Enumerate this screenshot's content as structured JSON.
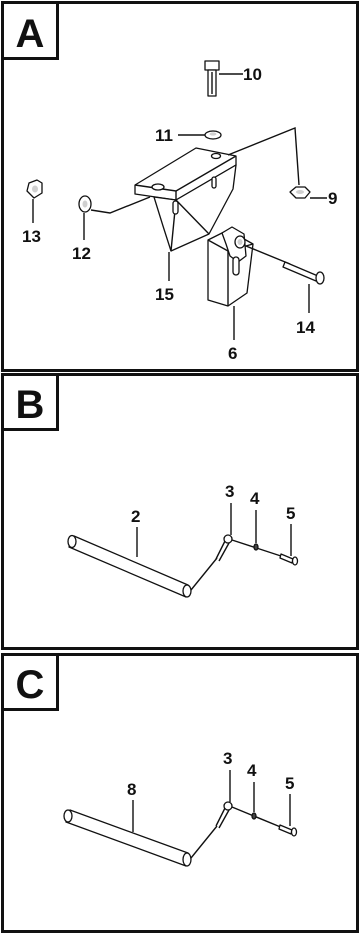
{
  "panels": [
    {
      "letter": "A",
      "callouts": {
        "p10": "10",
        "p11": "11",
        "p9": "9",
        "p13": "13",
        "p12": "12",
        "p15": "15",
        "p14": "14",
        "p6": "6"
      }
    },
    {
      "letter": "B",
      "callouts": {
        "p2": "2",
        "p3": "3",
        "p4": "4",
        "p5": "5"
      }
    },
    {
      "letter": "C",
      "callouts": {
        "p8": "8",
        "p3": "3",
        "p4": "4",
        "p5": "5"
      }
    }
  ],
  "colors": {
    "ink": "#111111",
    "background": "#ffffff",
    "shading": "#d0d0d0"
  }
}
